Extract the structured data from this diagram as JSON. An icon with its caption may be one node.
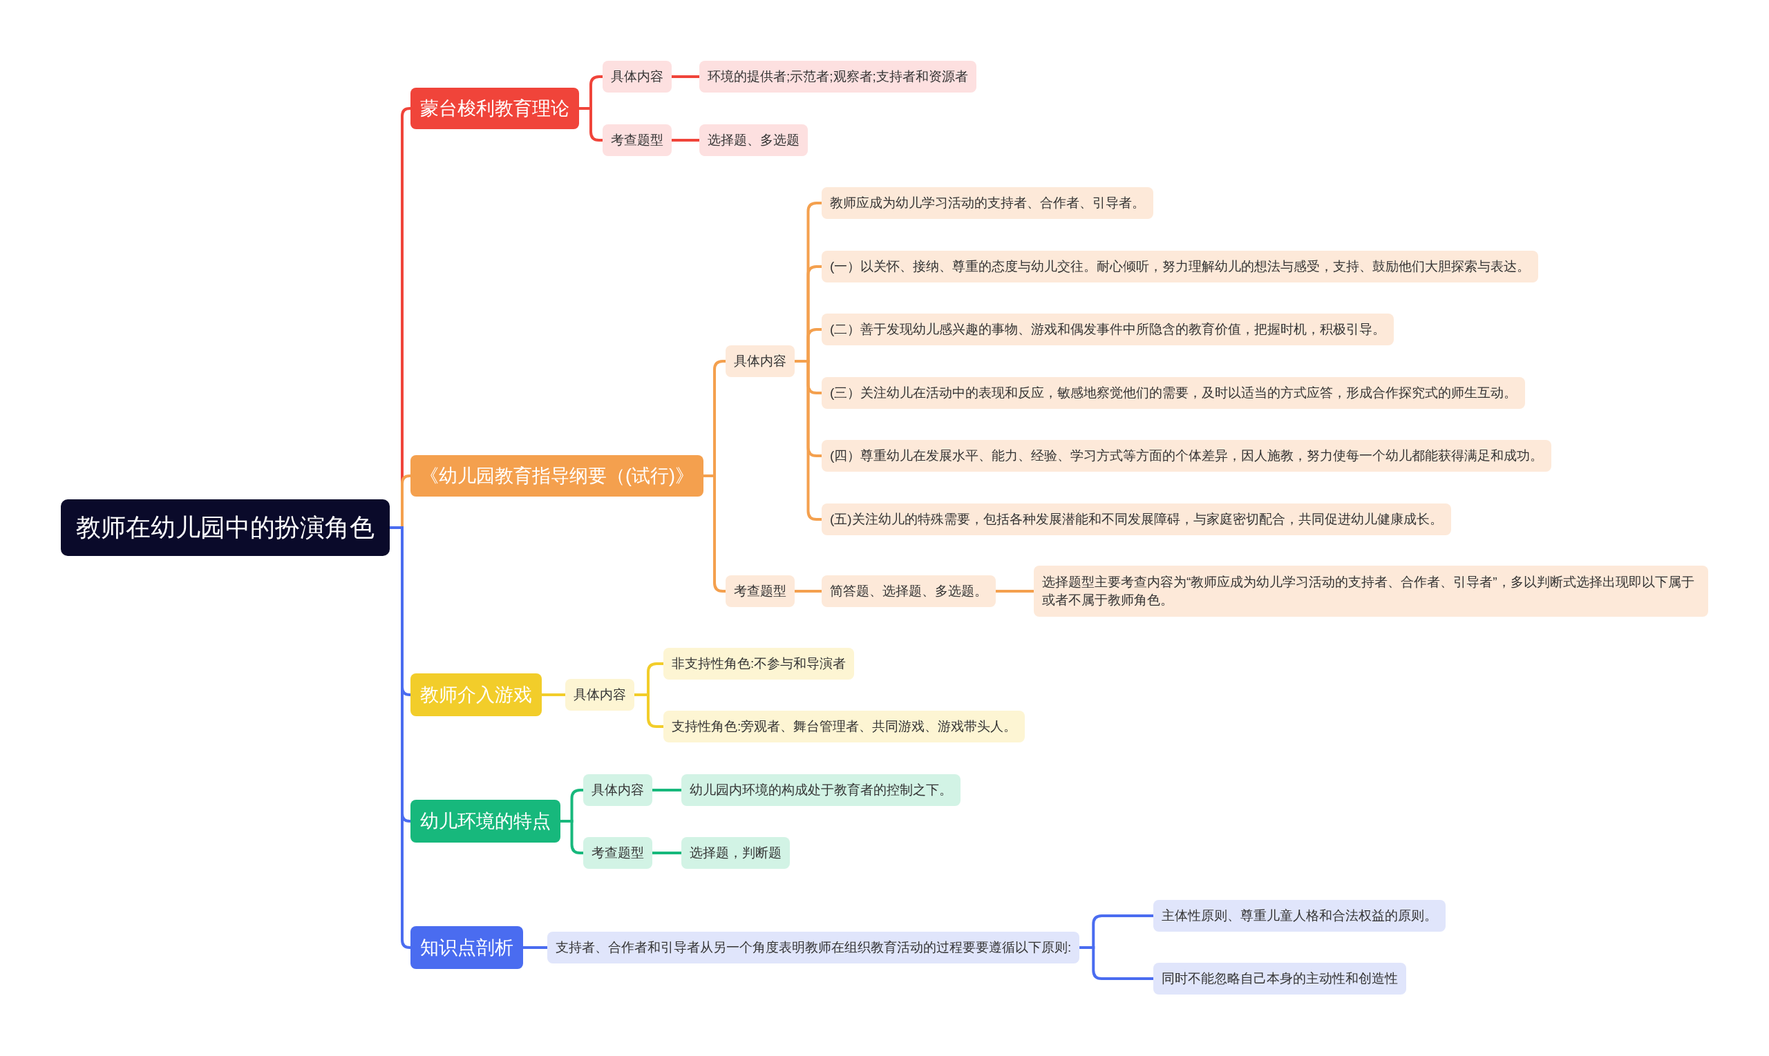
{
  "diagram": {
    "nodes": [
      {
        "text": [
          "教师在幼儿园中的扮演角色"
        ]
      },
      {
        "text": [
          "蒙台梭利教育理论"
        ]
      },
      {
        "text": [
          "具体内容"
        ]
      },
      {
        "text": [
          "环境的提供者;示范者;观察者;支持者和资源者"
        ]
      },
      {
        "text": [
          "考查题型"
        ]
      },
      {
        "text": [
          "选择题、多选题"
        ]
      },
      {
        "text": [
          "《幼儿园教育指导纲要（(试行)》"
        ]
      },
      {
        "text": [
          "具体内容"
        ]
      },
      {
        "text": [
          "教师应成为幼儿学习活动的支持者、合作者、引导者。"
        ]
      },
      {
        "text": [
          "(一）以关怀、接纳、尊重的态度与幼儿交往。耐心倾听，努力理解幼儿的想法与感受，支持、鼓励他们大胆探索与表达。"
        ]
      },
      {
        "text": [
          "(二）善于发现幼儿感兴趣的事物、游戏和偶发事件中所隐含的教育价值，把握时机，积极引导。"
        ]
      },
      {
        "text": [
          "(三）关注幼儿在活动中的表现和反应，敏感地察觉他们的需要，及时以适当的方式应答，形成合作探究式的师生互动。"
        ]
      },
      {
        "text": [
          "(四）尊重幼儿在发展水平、能力、经验、学习方式等方面的个体差异，因人施教，努力使每一个幼儿都能获得满足和成功。"
        ]
      },
      {
        "text": [
          "(五)关注幼儿的特殊需要，包括各种发展潜能和不同发展障碍，与家庭密切配合，共同促进幼儿健康成长。"
        ]
      },
      {
        "text": [
          "考查题型"
        ]
      },
      {
        "text": [
          "简答题、选择题、多选题。"
        ]
      },
      {
        "text": [
          "选择题型主要考查内容为“教师应成为幼儿学习活动的支持者、合作者、引导者”，多以判断式选择出现即以下属于或者不属于教师角色。"
        ]
      },
      {
        "text": [
          "教师介入游戏"
        ]
      },
      {
        "text": [
          "具体内容"
        ]
      },
      {
        "text": [
          "非支持性角色:不参与和导演者"
        ]
      },
      {
        "text": [
          "支持性角色:旁观者、舞台管理者、共同游戏、游戏带头人。"
        ]
      },
      {
        "text": [
          "幼儿环境的特点"
        ]
      },
      {
        "text": [
          "具体内容"
        ]
      },
      {
        "text": [
          "幼儿园内环境的构成处于教育者的控制之下。"
        ]
      },
      {
        "text": [
          "考查题型"
        ]
      },
      {
        "text": [
          "选择题，判断题"
        ]
      },
      {
        "text": [
          "知识点剖析"
        ]
      },
      {
        "text": [
          "支持者、合作者和引导者从另一个角度表明教师在组织教育活动的过程要要遵循以下原则:"
        ]
      },
      {
        "text": [
          "主体性原则、尊重儿童人格和合法权益的原则。"
        ]
      },
      {
        "text": [
          "同时不能忽略自己本身的主动性和创造性"
        ]
      }
    ],
    "edges": [
      {
        "from": 0,
        "to": 1,
        "arrow": "none",
        "color": "#f0443a"
      },
      {
        "from": 0,
        "to": 6,
        "arrow": "none",
        "color": "#f4a04e"
      },
      {
        "from": 0,
        "to": 17,
        "arrow": "none",
        "color": "#4a6cf0"
      },
      {
        "from": 0,
        "to": 21,
        "arrow": "none",
        "color": "#4a6cf0"
      },
      {
        "from": 0,
        "to": 26,
        "arrow": "none",
        "color": "#4a6cf0"
      },
      {
        "from": 1,
        "to": 2,
        "arrow": "none",
        "color": "#f0443a"
      },
      {
        "from": 2,
        "to": 3,
        "arrow": "none",
        "color": "#f0443a"
      },
      {
        "from": 1,
        "to": 4,
        "arrow": "none",
        "color": "#f0443a"
      },
      {
        "from": 4,
        "to": 5,
        "arrow": "none",
        "color": "#f0443a"
      },
      {
        "from": 6,
        "to": 7,
        "arrow": "none",
        "color": "#f4a04e"
      },
      {
        "from": 7,
        "to": 8,
        "arrow": "none",
        "color": "#f4a04e"
      },
      {
        "from": 7,
        "to": 9,
        "arrow": "none",
        "color": "#f4a04e"
      },
      {
        "from": 7,
        "to": 10,
        "arrow": "none",
        "color": "#f4a04e"
      },
      {
        "from": 7,
        "to": 11,
        "arrow": "none",
        "color": "#f4a04e"
      },
      {
        "from": 7,
        "to": 12,
        "arrow": "none",
        "color": "#f4a04e"
      },
      {
        "from": 7,
        "to": 13,
        "arrow": "none",
        "color": "#f4a04e"
      },
      {
        "from": 6,
        "to": 14,
        "arrow": "none",
        "color": "#f4a04e"
      },
      {
        "from": 14,
        "to": 15,
        "arrow": "none",
        "color": "#f4a04e"
      },
      {
        "from": 15,
        "to": 16,
        "arrow": "none",
        "color": "#f4a04e"
      },
      {
        "from": 17,
        "to": 18,
        "arrow": "none",
        "color": "#f2cd2a"
      },
      {
        "from": 18,
        "to": 19,
        "arrow": "none",
        "color": "#f2cd2a"
      },
      {
        "from": 18,
        "to": 20,
        "arrow": "none",
        "color": "#f2cd2a"
      },
      {
        "from": 21,
        "to": 22,
        "arrow": "none",
        "color": "#17b87c"
      },
      {
        "from": 22,
        "to": 23,
        "arrow": "none",
        "color": "#17b87c"
      },
      {
        "from": 21,
        "to": 24,
        "arrow": "none",
        "color": "#17b87c"
      },
      {
        "from": 24,
        "to": 25,
        "arrow": "none",
        "color": "#17b87c"
      },
      {
        "from": 26,
        "to": 27,
        "arrow": "none",
        "color": "#4a6cf0"
      },
      {
        "from": 27,
        "to": 28,
        "arrow": "none",
        "color": "#4a6cf0"
      },
      {
        "from": 27,
        "to": 29,
        "arrow": "none",
        "color": "#4a6cf0"
      }
    ]
  }
}
